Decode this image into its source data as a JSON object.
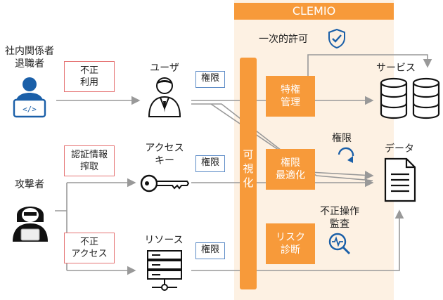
{
  "clemio": {
    "title": "CLEMIO",
    "visual_label": "可視化"
  },
  "actors": {
    "insider": [
      "社内関係者",
      "退職者"
    ],
    "attacker": "攻撃者"
  },
  "targets": {
    "user": "ユーザ",
    "access_key": [
      "アクセス",
      "キー"
    ],
    "resource": "リソース"
  },
  "threats": {
    "misuse": [
      "不正",
      "利用"
    ],
    "cred_theft": [
      "認証情報",
      "搾取"
    ],
    "unauth_access": [
      "不正",
      "アクセス"
    ]
  },
  "auth_labels": [
    "権限",
    "権限",
    "権限"
  ],
  "functions": {
    "privilege_mgmt": [
      "特権",
      "管理"
    ],
    "priv_opt": [
      "権限",
      "最適化"
    ],
    "risk_diag": [
      "リスク",
      "診断"
    ]
  },
  "annotations": {
    "primary_permit": "一次的許可",
    "permission": "権限",
    "fraud_audit": [
      "不正操作",
      "監査"
    ]
  },
  "destinations": {
    "services": "サービス",
    "data": "データ"
  },
  "colors": {
    "orange": "#f79a3a",
    "light_orange": "#fdf1e3",
    "blue": "#1a5fa8",
    "red_border": "#e57373",
    "arrow_gray": "#999999"
  }
}
